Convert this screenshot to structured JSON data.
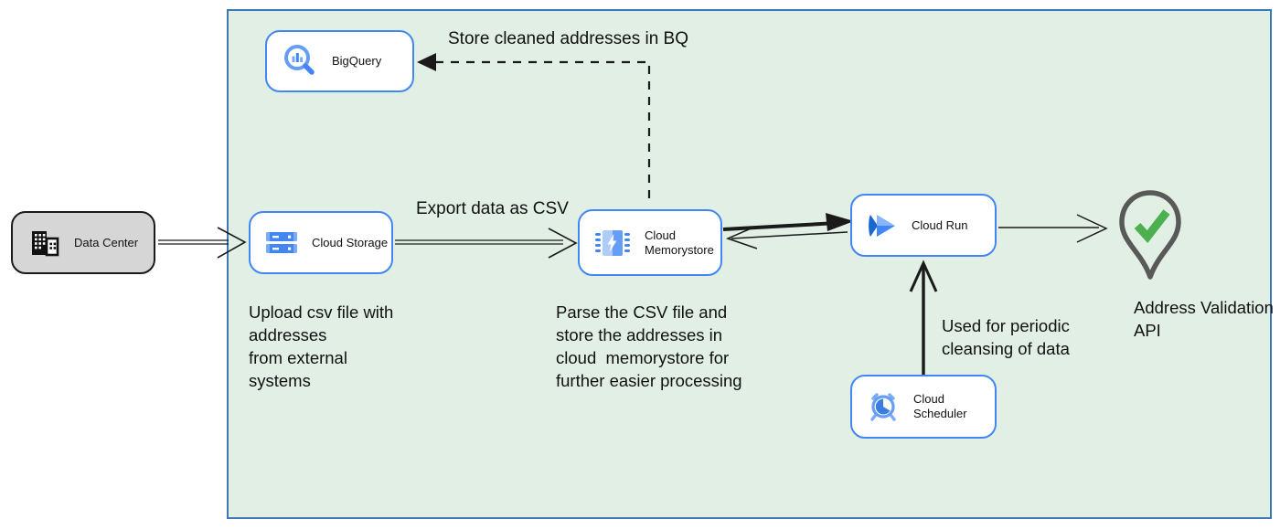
{
  "diagram": {
    "nodes": {
      "data_center": {
        "label": "Data Center"
      },
      "bigquery": {
        "label": "BigQuery"
      },
      "cloud_storage": {
        "label": "Cloud Storage"
      },
      "cloud_memorystore": {
        "label": "Cloud\nMemorystore"
      },
      "cloud_run": {
        "label": "Cloud Run"
      },
      "cloud_scheduler": {
        "label": "Cloud Scheduler"
      },
      "address_validation_api": {
        "label": "Address Validation\nAPI"
      }
    },
    "annotations": {
      "store_cleaned_in_bq": "Store cleaned addresses in BQ",
      "export_data_as_csv": "Export data as CSV",
      "upload_csv_note": "Upload csv file with\naddresses\nfrom external\nsystems",
      "parse_csv_note": "Parse the CSV file and\nstore the addresses in\ncloud  memorystore for\nfurther easier processing",
      "periodic_cleansing_note": "Used for periodic\ncleansing of data"
    },
    "colors": {
      "container_fill": "#e1efe4",
      "container_border": "#3b78b5",
      "node_border_blue": "#4285f4",
      "data_center_fill": "#d6d6d6",
      "arrow_black": "#1a1a1a",
      "pin_outline": "#595959",
      "check_green": "#4caf50",
      "icon_blue": "#4285f4",
      "icon_blue_mid": "#669df6",
      "icon_blue_light": "#aecbfa"
    }
  }
}
